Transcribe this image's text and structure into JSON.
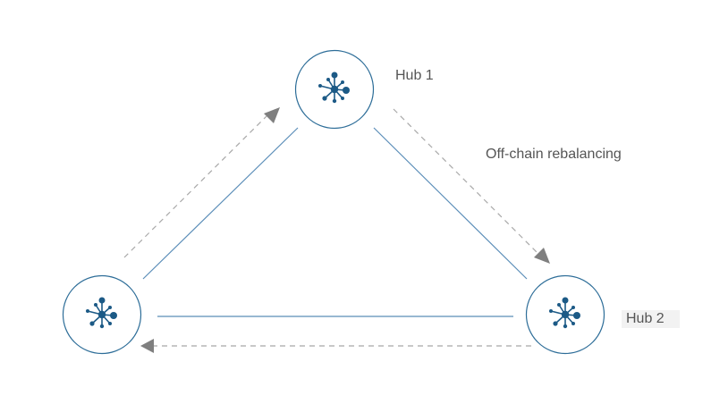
{
  "labels": {
    "hub1": "Hub 1",
    "hub2": "Hub 2",
    "rebalancing": "Off-chain rebalancing"
  },
  "nodes": [
    {
      "id": "hub1",
      "icon": "network-node-icon"
    },
    {
      "id": "hub2",
      "icon": "network-node-icon"
    },
    {
      "id": "node-left",
      "icon": "network-node-icon"
    }
  ],
  "colors": {
    "channel_line": "#5a8db8",
    "dashed_line": "#a8a8a8",
    "arrowhead": "#7f7f7f",
    "icon": "#1c5a86",
    "node_border": "#2d6d98",
    "text": "#555555"
  }
}
